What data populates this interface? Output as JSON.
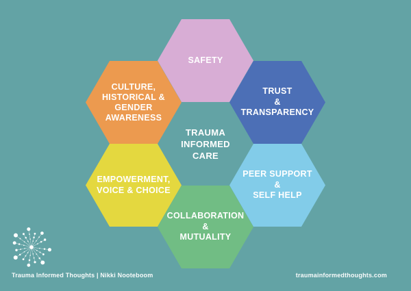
{
  "colors": {
    "background": "#63a3a5",
    "text": "#ffffff"
  },
  "diagram": {
    "center_label": {
      "lines": [
        "TRAUMA",
        "INFORMED",
        "CARE"
      ]
    },
    "hexagons": [
      {
        "id": "safety",
        "color": "#d8add5",
        "lines": [
          "SAFETY"
        ]
      },
      {
        "id": "culture-historical-gender-awareness",
        "color": "#ec9a4f",
        "lines": [
          "CULTURE,",
          "HISTORICAL &",
          "GENDER",
          "AWARENESS"
        ]
      },
      {
        "id": "trust-transparency",
        "color": "#4c6fb6",
        "lines": [
          "TRUST",
          "&",
          "TRANSPARENCY"
        ]
      },
      {
        "id": "empowerment-voice-choice",
        "color": "#e4d83f",
        "lines": [
          "EMPOWERMENT,",
          "VOICE & CHOICE"
        ]
      },
      {
        "id": "peer-support-self-help",
        "color": "#82cce9",
        "lines": [
          "PEER SUPPORT",
          "&",
          "SELF HELP"
        ]
      },
      {
        "id": "collaboration-mutuality",
        "color": "#71bd84",
        "lines": [
          "COLLABORATION",
          "&",
          "MUTUALITY"
        ]
      }
    ]
  },
  "footer": {
    "left_text": "Trauma Informed Thoughts | Nikki Nooteboom",
    "right_text": "traumainformedthoughts.com",
    "logo_icon": "dandelion-icon"
  }
}
